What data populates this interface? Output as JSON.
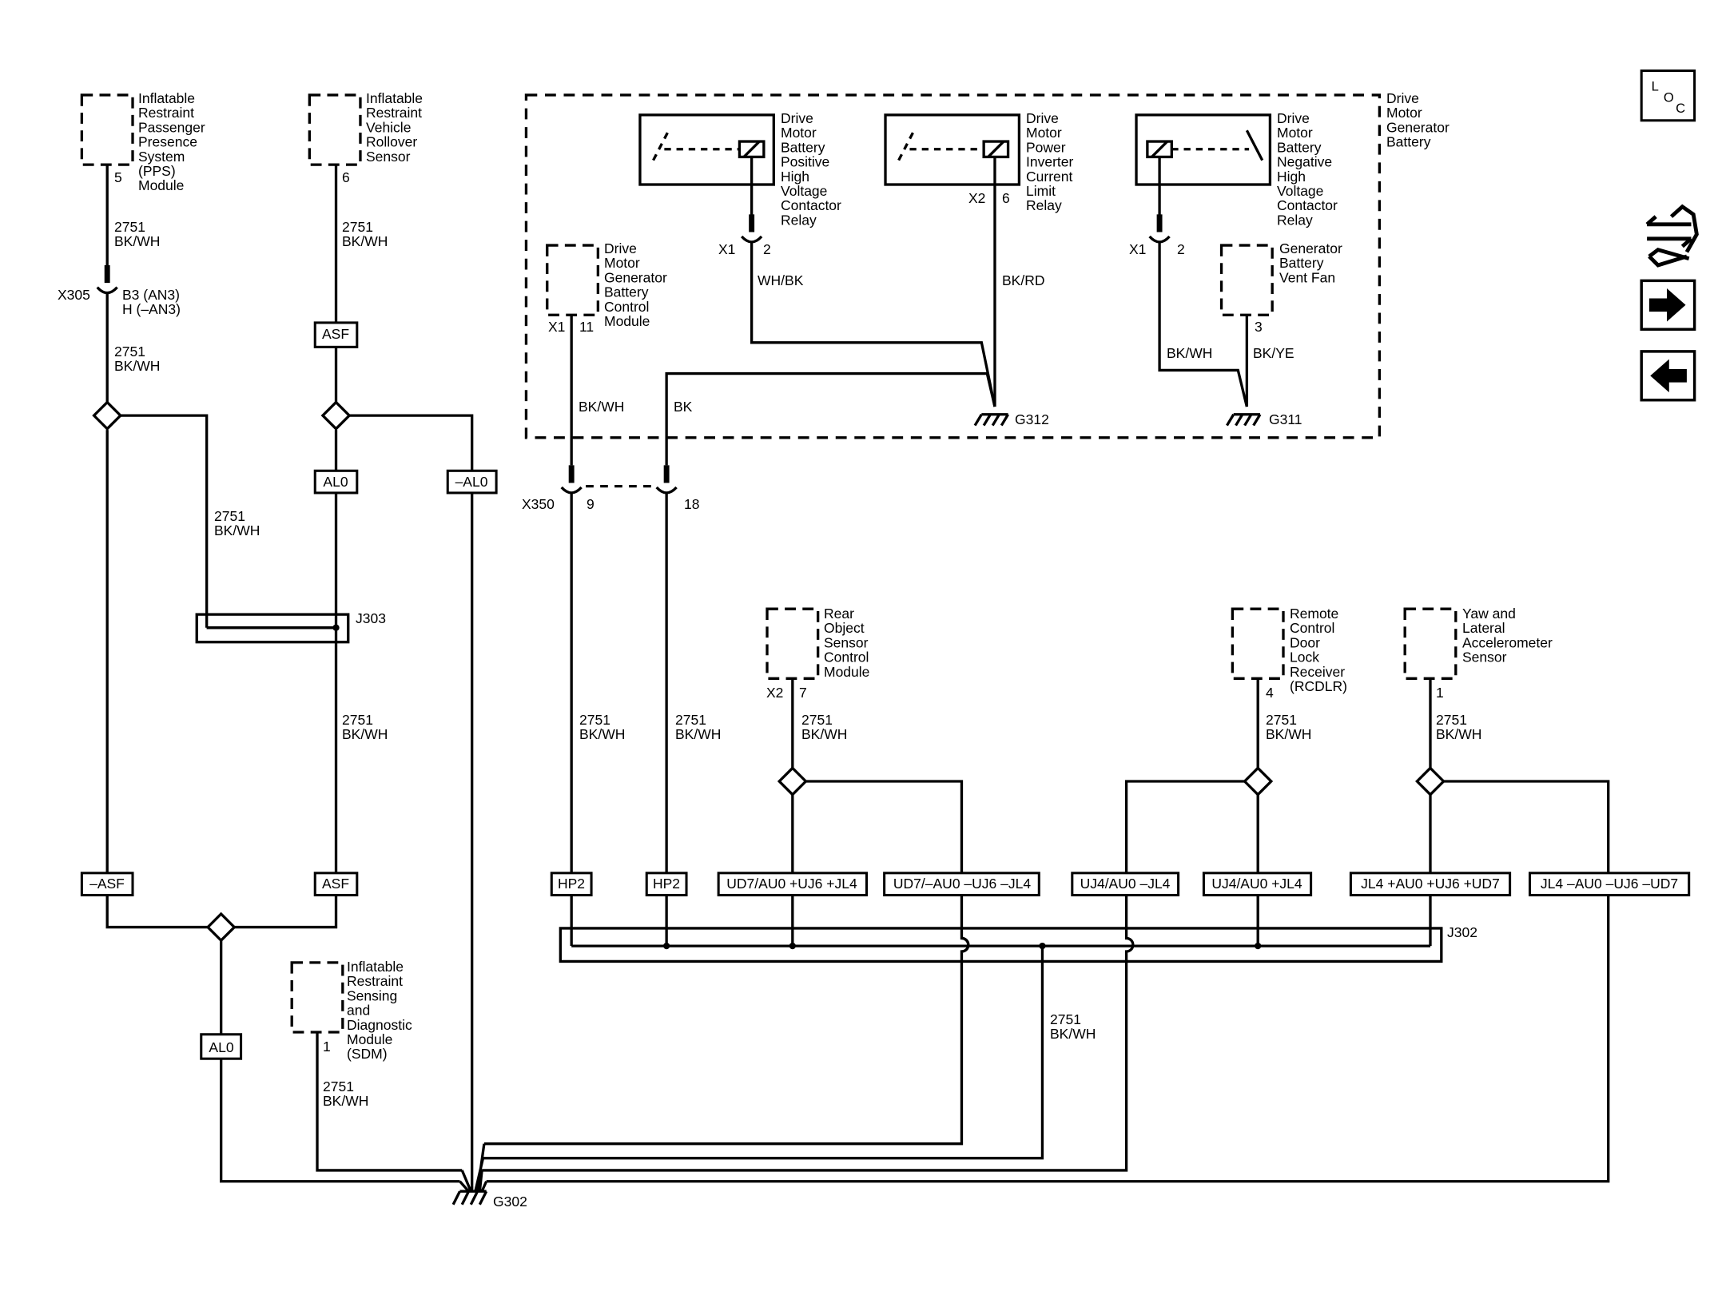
{
  "nav": {
    "loc_icon": "loc-icon",
    "component_icon": "component-icon",
    "next_icon": "arrow-right-icon",
    "prev_icon": "arrow-left-icon"
  },
  "components": {
    "pps": [
      "Inflatable",
      "Restraint",
      "Passenger",
      "Presence",
      "System",
      "(PPS)",
      "Module"
    ],
    "rollover": [
      "Inflatable",
      "Restraint",
      "Vehicle",
      "Rollover",
      "Sensor"
    ],
    "sdm": [
      "Inflatable",
      "Restraint",
      "Sensing",
      "and",
      "Diagnostic",
      "Module",
      "(SDM)"
    ],
    "pos_relay": [
      "Drive",
      "Motor",
      "Battery",
      "Positive",
      "High",
      "Voltage",
      "Contactor",
      "Relay"
    ],
    "inv_relay": [
      "Drive",
      "Motor",
      "Power",
      "Inverter",
      "Current",
      "Limit",
      "Relay"
    ],
    "neg_relay": [
      "Drive",
      "Motor",
      "Battery",
      "Negative",
      "High",
      "Voltage",
      "Contactor",
      "Relay"
    ],
    "battery_box": [
      "Drive",
      "Motor",
      "Generator",
      "Battery"
    ],
    "bcm": [
      "Drive",
      "Motor",
      "Generator",
      "Battery",
      "Control",
      "Module"
    ],
    "vent_fan": [
      "Generator",
      "Battery",
      "Vent Fan"
    ],
    "rear_obj": [
      "Rear",
      "Object",
      "Sensor",
      "Control",
      "Module"
    ],
    "rcdlr": [
      "Remote",
      "Control",
      "Door",
      "Lock",
      "Receiver",
      "(RCDLR)"
    ],
    "yaw": [
      "Yaw and",
      "Lateral",
      "Accelerometer",
      "Sensor"
    ]
  },
  "wires": {
    "circuit": "2751",
    "bkwh": "BK/WH",
    "whbk": "WH/BK",
    "bkrd": "BK/RD",
    "bk": "BK",
    "bkye": "BK/YE",
    "b3": "B3 (AN3)",
    "h": "H (–AN3)"
  },
  "connectors": {
    "x305": "X305",
    "x350": "X350",
    "x1": "X1",
    "x2": "X2"
  },
  "pins": {
    "p1": "1",
    "p2": "2",
    "p3": "3",
    "p4": "4",
    "p5": "5",
    "p6": "6",
    "p7": "7",
    "p9": "9",
    "p11": "11",
    "p18": "18"
  },
  "splices": {
    "j302": "J302",
    "j303": "J303"
  },
  "grounds": {
    "g302": "G302",
    "g311": "G311",
    "g312": "G312"
  },
  "options": {
    "asf": "ASF",
    "neg_asf": "–ASF",
    "al0": "AL0",
    "neg_al0": "–AL0",
    "hp2": "HP2",
    "ud7_pos": "UD7/AU0 +UJ6 +JL4",
    "ud7_neg": "UD7/–AU0 –UJ6 –JL4",
    "uj4_neg": "UJ4/AU0 –JL4",
    "uj4_pos": "UJ4/AU0 +JL4",
    "jl4_pos": "JL4 +AU0 +UJ6 +UD7",
    "jl4_neg": "JL4 –AU0 –UJ6 –UD7"
  }
}
